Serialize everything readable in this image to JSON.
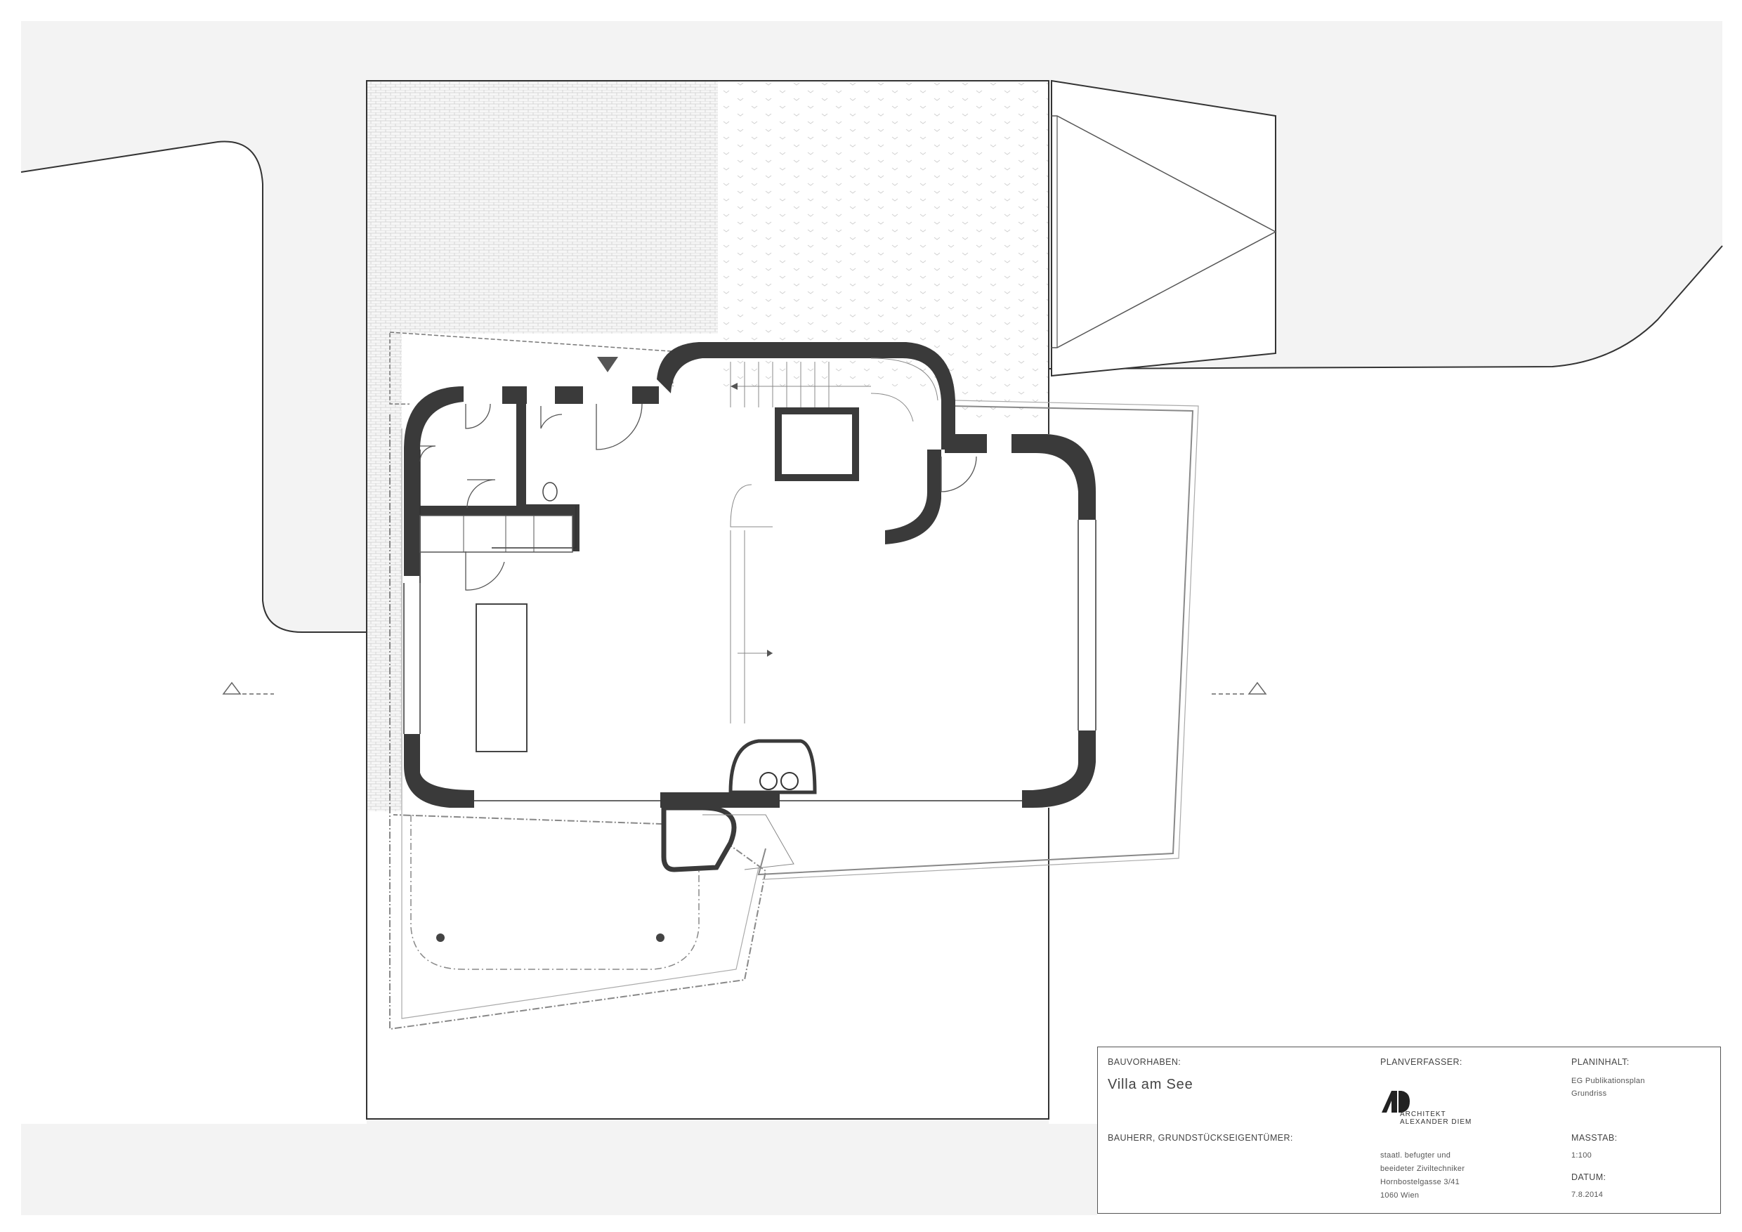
{
  "title_block": {
    "project_label": "BAUVORHABEN:",
    "project_name": "Villa am See",
    "client_label": "BAUHERR, GRUNDSTÜCKSEIGENTÜMER:",
    "planner_label": "PLANVERFASSER:",
    "planner_logo_line1": "ARCHITEKT",
    "planner_logo_line2": "ALEXANDER DIEM",
    "planner_address": [
      "staatl. befugter und",
      "beeideter Ziviltechniker",
      "Hornbostelgasse 3/41",
      "1060 Wien"
    ],
    "content_label": "PLANINHALT:",
    "content_lines": [
      "EG Publikationsplan",
      "Grundriss"
    ],
    "scale_label": "MASSTAB:",
    "scale_value": "1:100",
    "date_label": "DATUM:",
    "date_value": "7.8.2014"
  },
  "colors": {
    "wall": "#3a3a3a",
    "ground": "#f3f3f3",
    "line": "#555555",
    "paving": "#c8c8c8"
  },
  "icons": [
    "entrance-arrow-icon",
    "section-marker-icon",
    "architect-logo-icon"
  ]
}
